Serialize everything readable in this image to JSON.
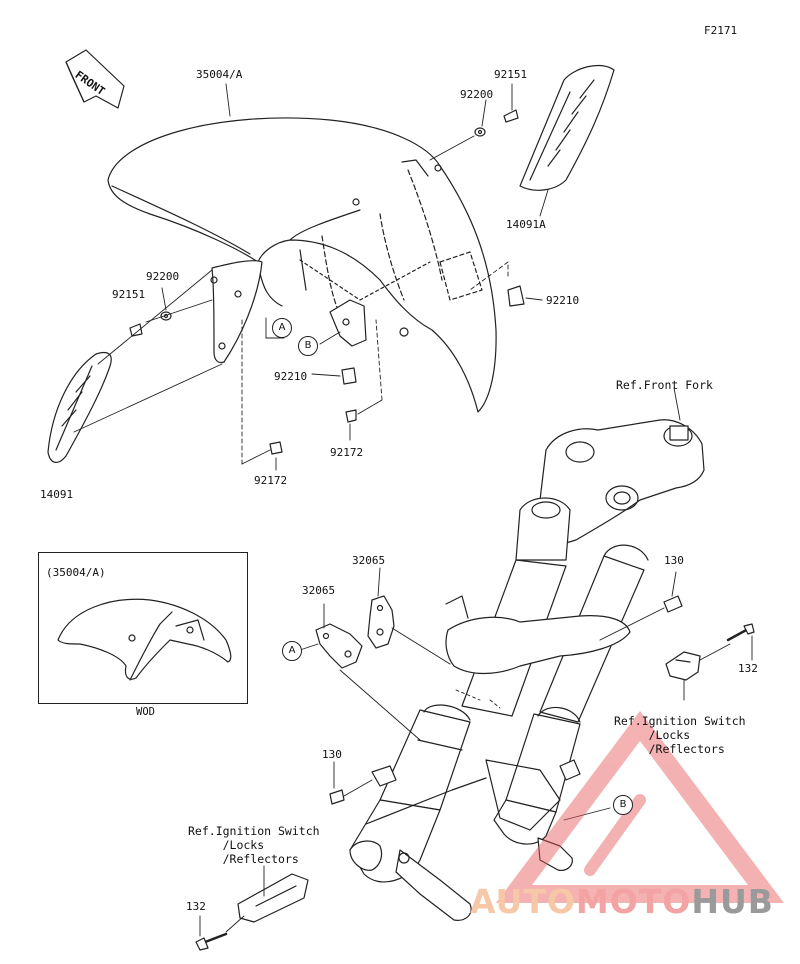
{
  "figure_code": "F2171",
  "front_arrow_label": "FRONT",
  "parts": {
    "p35004a": "35004/A",
    "p92151_top": "92151",
    "p92200_top": "92200",
    "p14091a": "14091A",
    "p92200_left": "92200",
    "p92151_left": "92151",
    "p92210_right": "92210",
    "p92210_mid": "92210",
    "p92172_mid": "92172",
    "p92172_left": "92172",
    "p14091": "14091",
    "p32065_a": "32065",
    "p32065_b": "32065",
    "p130_right": "130",
    "p132_right": "132",
    "p130_left": "130",
    "p132_left": "132"
  },
  "references": {
    "front_fork": "Ref.Front Fork",
    "ignition_right": "Ref.Ignition Switch\n     /Locks\n     /Reflectors",
    "ignition_left": "Ref.Ignition Switch\n     /Locks\n     /Reflectors"
  },
  "callouts": {
    "a_upper": "A",
    "b_upper": "B",
    "a_lower": "A",
    "b_lower": "B"
  },
  "inset": {
    "title": "(35004/A)",
    "caption": "WOD"
  },
  "watermark": {
    "part1": "AUTO",
    "part2": "MOTO",
    "part3": "HUB",
    "colors": {
      "auto": "#f6c8a8",
      "moto": "#f3a3a3",
      "hub": "#9a9a9a",
      "triangle": "#e85555"
    }
  }
}
